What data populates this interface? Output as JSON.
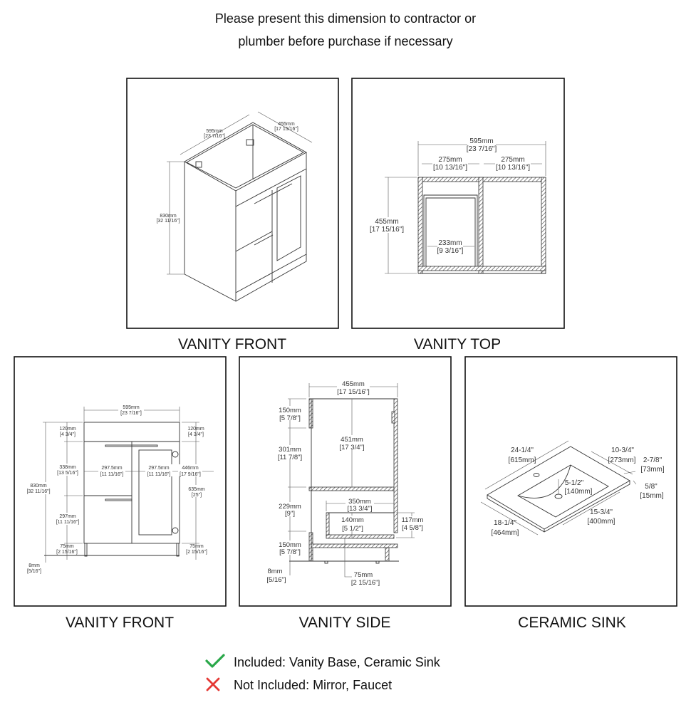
{
  "header": {
    "line1": "Please present this dimension to contractor or",
    "line2": "plumber before purchase if necessary"
  },
  "panels": {
    "front_iso": {
      "title": "VANITY FRONT",
      "dims": {
        "w_mm": "595mm",
        "w_in": "[23 7/16\"]",
        "d_mm": "455mm",
        "d_in": "[17 15/16\"]",
        "h_mm": "830mm",
        "h_in": "[32 11/16\"]"
      }
    },
    "top": {
      "title": "VANITY TOP",
      "dims": {
        "w_mm": "595mm",
        "w_in": "[23 7/16\"]",
        "l_mm": "275mm",
        "l_in": "[10 13/16\"]",
        "r_mm": "275mm",
        "r_in": "[10 13/16\"]",
        "d_mm": "455mm",
        "d_in": "[17 15/16\"]",
        "drawer_mm": "233mm",
        "drawer_in": "[9 3/16\"]"
      }
    },
    "front": {
      "title": "VANITY FRONT",
      "dims": {
        "w_mm": "595mm",
        "w_in": "[23 7/16\"]",
        "top_l_mm": "120mm",
        "top_l_in": "[4 3/4\"]",
        "top_r_mm": "120mm",
        "top_r_in": "[4 3/4\"]",
        "d1_mm": "338mm",
        "d1_in": "[13 5/16\"]",
        "dw_l_mm": "297.5mm",
        "dw_l_in": "[11 11/16\"]",
        "dw_r_mm": "297.5mm",
        "dw_r_in": "[11 11/16\"]",
        "door_mm": "446mm",
        "door_in": "[17 9/16\"]",
        "h_mm": "830mm",
        "h_in": "[32 11/16\"]",
        "door_h_mm": "635mm",
        "door_h_in": "[25\"]",
        "d2_mm": "297mm",
        "d2_in": "[11 11/16\"]",
        "leg_l_mm": "75mm",
        "leg_l_in": "[2 15/16\"]",
        "leg_r_mm": "75mm",
        "leg_r_in": "[2 15/16\"]",
        "foot_mm": "8mm",
        "foot_in": "[5/16\"]"
      }
    },
    "side": {
      "title": "VANITY SIDE",
      "dims": {
        "w_mm": "455mm",
        "w_in": "[17 15/16\"]",
        "a_mm": "150mm",
        "a_in": "[5 7/8\"]",
        "inner_mm": "451mm",
        "inner_in": "[17 3/4\"]",
        "b_mm": "301mm",
        "b_in": "[11 7/8\"]",
        "drawer_w_mm": "350mm",
        "drawer_w_in": "[13 3/4\"]",
        "c_mm": "229mm",
        "c_in": "[9\"]",
        "drawer_h_mm": "140mm",
        "drawer_h_in": "[5 1/2\"]",
        "box_mm": "117mm",
        "box_in": "[4 5/8\"]",
        "e_mm": "150mm",
        "e_in": "[5 7/8\"]",
        "foot_mm": "8mm",
        "foot_in": "[5/16\"]",
        "leg_mm": "75mm",
        "leg_in": "[2 15/16\"]"
      }
    },
    "sink": {
      "title": "CERAMIC SINK",
      "dims": {
        "len_in": "24-1/4\"",
        "len_mm": "[615mm]",
        "bw_in": "10-3/4\"",
        "bw_mm": "[273mm]",
        "edge_in": "2-7/8\"",
        "edge_mm": "[73mm]",
        "depth_in": "5-1/2\"",
        "depth_mm": "[140mm]",
        "thick_in": "5/8\"",
        "thick_mm": "[15mm]",
        "bl_in": "15-3/4\"",
        "bl_mm": "[400mm]",
        "w_in": "18-1/4\"",
        "w_mm": "[464mm]"
      }
    }
  },
  "legend": {
    "included": "Included: Vanity Base, Ceramic Sink",
    "not_included": "Not Included: Mirror, Faucet",
    "colors": {
      "check": "#2aa84a",
      "cross": "#e53935"
    }
  }
}
